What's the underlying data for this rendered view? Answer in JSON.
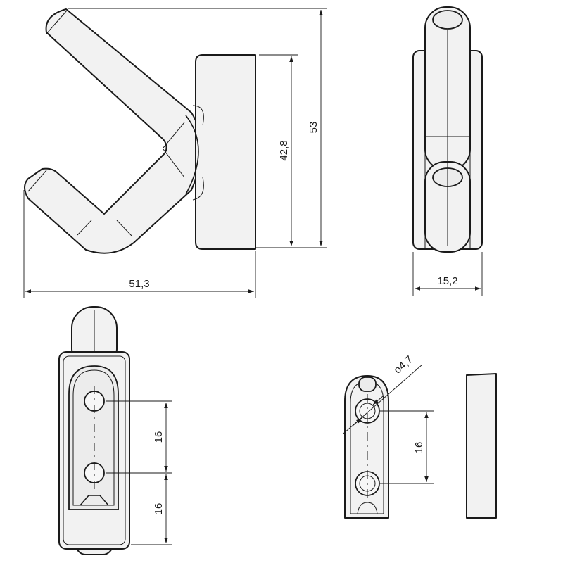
{
  "dimensions": {
    "overall_width": "51,3",
    "overall_height": "53",
    "base_height": "42,8",
    "depth": "15,2",
    "hole_spacing_upper": "16",
    "hole_spacing_lower": "16",
    "hole_spacing_small": "16",
    "hole_diameter": "ø4,7"
  },
  "colors": {
    "part_fill": "#f2f2f2",
    "outline": "#1a1a1a"
  }
}
